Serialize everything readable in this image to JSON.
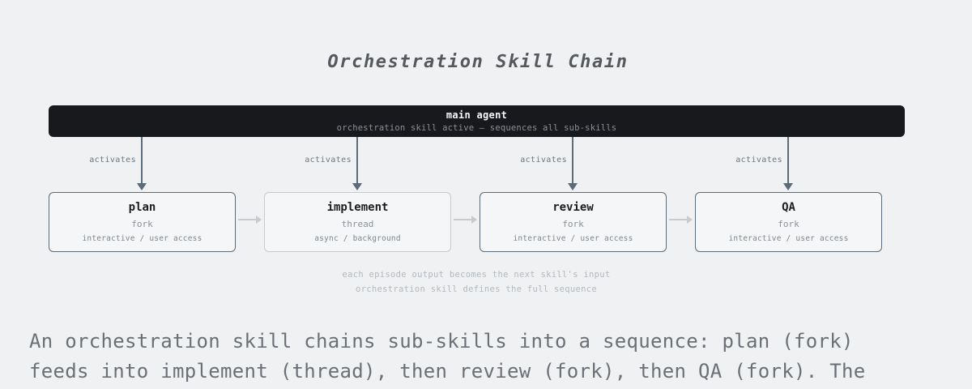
{
  "title": "Orchestration Skill Chain",
  "main_agent": {
    "label": "main agent",
    "subtitle": "orchestration skill active — sequences all sub-skills"
  },
  "activation_label": "activates",
  "skills": [
    {
      "name": "plan",
      "mode": "fork",
      "access": "interactive / user access"
    },
    {
      "name": "implement",
      "mode": "thread",
      "access": "async / background"
    },
    {
      "name": "review",
      "mode": "fork",
      "access": "interactive / user access"
    },
    {
      "name": "QA",
      "mode": "fork",
      "access": "interactive / user access"
    }
  ],
  "footnotes": [
    "each episode output becomes the next skill's input",
    "orchestration skill defines the full sequence"
  ],
  "paragraph_lines": [
    "An orchestration skill chains sub-skills into a sequence: plan (fork)",
    "feeds into implement (thread), then review (fork), then QA (fork). The"
  ],
  "colors": {
    "background": "#eff1f2",
    "main_agent_bar": "#17191d",
    "strong_border": "#5c6b7a",
    "light_border": "#c7cbcf",
    "arrow": "#5c6b7a"
  }
}
